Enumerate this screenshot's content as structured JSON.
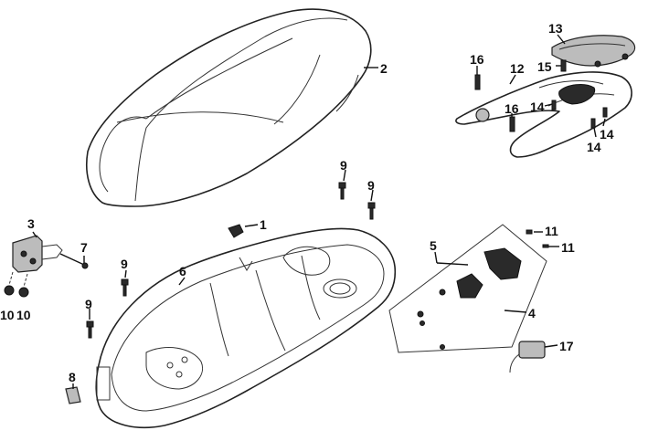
{
  "callouts": [
    {
      "id": "c1",
      "text": "1"
    },
    {
      "id": "c2",
      "text": "2"
    },
    {
      "id": "c3",
      "text": "3"
    },
    {
      "id": "c4",
      "text": "4"
    },
    {
      "id": "c5",
      "text": "5"
    },
    {
      "id": "c6",
      "text": "6"
    },
    {
      "id": "c7",
      "text": "7"
    },
    {
      "id": "c8",
      "text": "8"
    },
    {
      "id": "c9a",
      "text": "9"
    },
    {
      "id": "c9b",
      "text": "9"
    },
    {
      "id": "c9c",
      "text": "9"
    },
    {
      "id": "c9d",
      "text": "9"
    },
    {
      "id": "c10a",
      "text": "10"
    },
    {
      "id": "c10b",
      "text": "10"
    },
    {
      "id": "c11a",
      "text": "11"
    },
    {
      "id": "c11b",
      "text": "11"
    },
    {
      "id": "c12",
      "text": "12"
    },
    {
      "id": "c13",
      "text": "13"
    },
    {
      "id": "c14a",
      "text": "14"
    },
    {
      "id": "c14b",
      "text": "14"
    },
    {
      "id": "c14c",
      "text": "14"
    },
    {
      "id": "c15",
      "text": "15"
    },
    {
      "id": "c16a",
      "text": "16"
    },
    {
      "id": "c16b",
      "text": "16"
    },
    {
      "id": "c17",
      "text": "17"
    }
  ]
}
